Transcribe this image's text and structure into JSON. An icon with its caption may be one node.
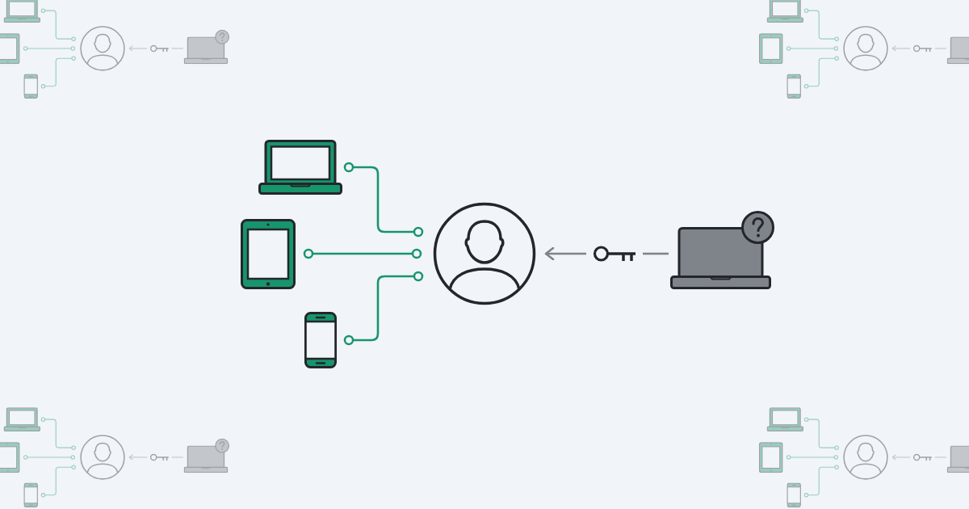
{
  "diagram": {
    "nodes": [
      {
        "text": [],
        "shape": "picture"
      },
      {
        "text": [],
        "shape": "picture"
      },
      {
        "text": [],
        "shape": "picture"
      },
      {
        "text": [],
        "shape": "person"
      },
      {
        "text": [],
        "shape": "picture"
      },
      {
        "text": [],
        "shape": "picture"
      }
    ],
    "edges": [
      {
        "from": 0,
        "to": 3,
        "arrow": "other"
      },
      {
        "from": 1,
        "to": 3,
        "arrow": "other"
      },
      {
        "from": 2,
        "to": 3,
        "arrow": "other"
      },
      {
        "from": 5,
        "to": 4,
        "arrow": "none",
        "color": "#7f838a"
      },
      {
        "from": 4,
        "to": 3,
        "arrow": "to",
        "color": "#7f838a"
      }
    ]
  }
}
